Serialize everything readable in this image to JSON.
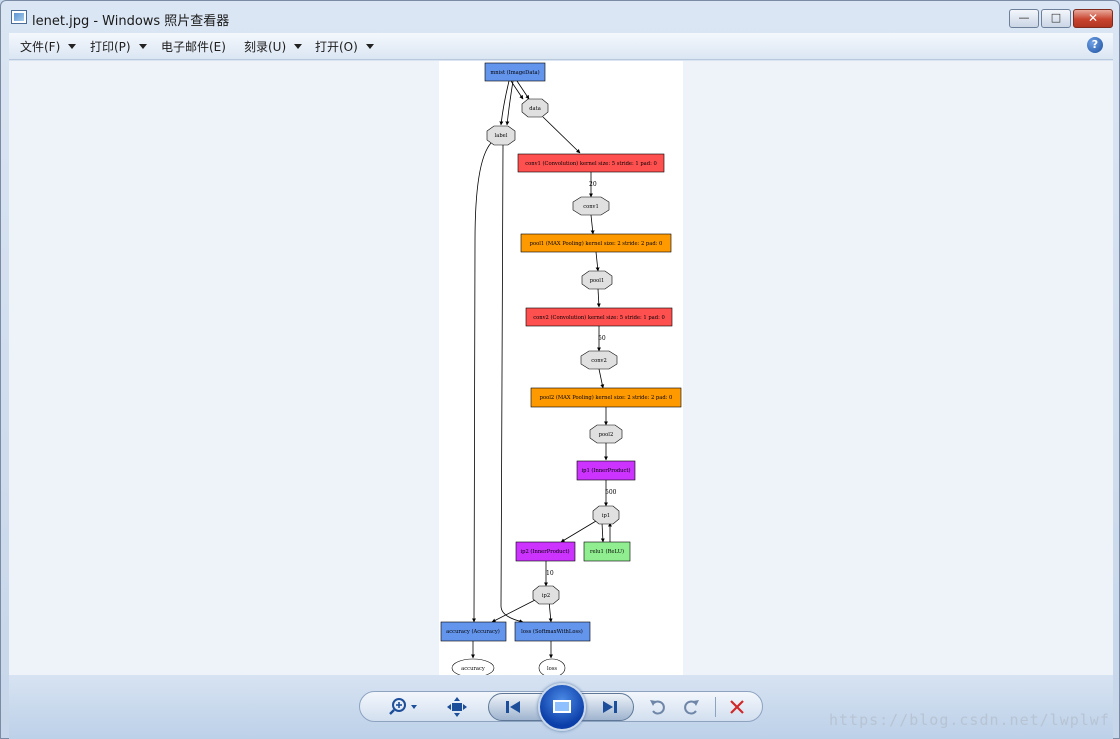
{
  "window": {
    "title": "lenet.jpg - Windows 照片查看器",
    "buttons": {
      "minimize": "—",
      "maximize": "□",
      "close": "✕"
    }
  },
  "menu": {
    "items": [
      {
        "label": "文件(F)",
        "has_dropdown": true
      },
      {
        "label": "打印(P)",
        "has_dropdown": true
      },
      {
        "label": "电子邮件(E)",
        "has_dropdown": false
      },
      {
        "label": "刻录(U)",
        "has_dropdown": true
      },
      {
        "label": "打开(O)",
        "has_dropdown": true
      }
    ],
    "help": "?"
  },
  "image": {
    "nodes": {
      "mnist": "mnist (ImageData)",
      "data": "data",
      "label": "label",
      "conv1": "conv1 (Convolution) kernel size: 5 stride: 1 pad: 0",
      "conv1_blob": "conv1",
      "pool1": "pool1 (MAX Pooling) kernel size: 2 stride: 2 pad: 0",
      "pool1_blob": "pool1",
      "conv2": "conv2 (Convolution) kernel size: 5 stride: 1 pad: 0",
      "conv2_blob": "conv2",
      "pool2": "pool2 (MAX Pooling) kernel size: 2 stride: 2 pad: 0",
      "pool2_blob": "pool2",
      "ip1": "ip1 (InnerProduct)",
      "ip1_blob": "ip1",
      "relu1": "relu1 (ReLU)",
      "ip2": "ip2 (InnerProduct)",
      "ip2_blob": "ip2",
      "accuracy": "accuracy (Accuracy)",
      "loss": "loss (SoftmaxWithLoss)",
      "accuracy_out": "accuracy",
      "loss_out": "loss"
    },
    "edge_labels": {
      "conv1": "20",
      "conv2": "50",
      "ip1": "500",
      "ip2": "10"
    },
    "colors": {
      "data_layer": "#6495ed",
      "conv_layer": "#ff5050",
      "pool_layer": "#ff9900",
      "ip_layer": "#cc33ff",
      "relu_layer": "#90ee90",
      "blob": "#e0e0e0"
    }
  },
  "controls": {
    "zoom": "zoom-icon",
    "fit": "actual-size-icon",
    "previous": "previous-icon",
    "slideshow": "slideshow-icon",
    "next": "next-icon",
    "rotate_ccw": "rotate-counterclockwise-icon",
    "rotate_cw": "rotate-clockwise-icon",
    "delete": "delete-icon"
  },
  "watermark": "https://blog.csdn.net/lwplwf"
}
